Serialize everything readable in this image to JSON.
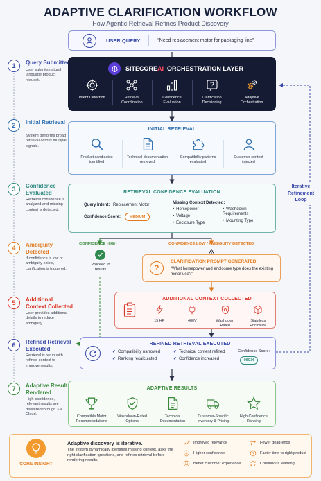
{
  "header": {
    "title": "ADAPTIVE CLARIFICATION WORKFLOW",
    "subtitle": "How Agentic Retrieval Refines Product Discovery"
  },
  "user_query": {
    "label": "USER QUERY",
    "text": "“Need replacement motor for packaging line”"
  },
  "orchestration": {
    "brand": "SITECORE",
    "brand_ai": "AI",
    "title": "ORCHESTRATION LAYER",
    "items": [
      {
        "label": "Intent Detection",
        "icon": "target-icon"
      },
      {
        "label": "Retrieval Coordination",
        "icon": "network-icon"
      },
      {
        "label": "Confidence Evaluation",
        "icon": "bar-chart-icon"
      },
      {
        "label": "Clarification Decisioning",
        "icon": "question-icon"
      },
      {
        "label": "Adaptive Orchestration",
        "icon": "gears-icon"
      }
    ]
  },
  "steps": [
    {
      "num": "1",
      "title": "Query Submitted",
      "desc": "User submits natural language product request.",
      "color": "#3a4aa8"
    },
    {
      "num": "2",
      "title": "Initial Retrieval",
      "desc": "System performs broad retrieval across multiple signals.",
      "color": "#2d6fb0"
    },
    {
      "num": "3",
      "title": "Confidence Evaluated",
      "desc": "Retrieval confidence is analyzed and missing context is detected.",
      "color": "#2f8a80"
    },
    {
      "num": "4",
      "title": "Ambiguity Detected",
      "desc": "If confidence is low or ambiguity exists, clarification is triggered.",
      "color": "#e07a1f"
    },
    {
      "num": "5",
      "title": "Additional Context Collected",
      "desc": "User provides additional details to reduce ambiguity.",
      "color": "#d9392b"
    },
    {
      "num": "6",
      "title": "Refined Retrieval Executed",
      "desc": "Retrieval is rerun with refined context to improve results.",
      "color": "#3a4aa8"
    },
    {
      "num": "7",
      "title": "Adaptive Results Rendered",
      "desc": "High-confidence, relevant results are delivered through XM Cloud.",
      "color": "#3b8a3e"
    }
  ],
  "initial_retrieval": {
    "title": "INITIAL RETRIEVAL",
    "items": [
      {
        "label": "Product candidates identified",
        "icon": "magnifier-icon"
      },
      {
        "label": "Technical documentation retrieved",
        "icon": "document-icon"
      },
      {
        "label": "Compatibility patterns evaluated",
        "icon": "puzzle-icon"
      },
      {
        "label": "Customer context injected",
        "icon": "user-icon"
      }
    ]
  },
  "confidence_eval": {
    "title": "RETRIEVAL CONFIDENCE EVALUATION",
    "intent_label": "Query Intent:",
    "intent_value": "Replacement Motor",
    "score_label": "Confidence Score:",
    "score_value": "MEDIUM",
    "missing_label": "Missing Context Detected:",
    "missing_col1": [
      "Horsepower",
      "Voltage",
      "Enclosure Type"
    ],
    "missing_col2": [
      "Washdown Requirements",
      "Mounting Type"
    ]
  },
  "branch_high": {
    "label": "CONFIDENCE HIGH",
    "text": "Proceed to results"
  },
  "branch_low": {
    "label": "CONFIDENCE LOW / AMBIGUITY DETECTED"
  },
  "clarification": {
    "title": "CLARIFICATION PROMPT GENERATED",
    "text": "“What horsepower and enclosure type does the existing motor use?”"
  },
  "additional_context": {
    "title": "ADDITIONAL CONTEXT COLLECTED",
    "items": [
      {
        "label": "15 HP",
        "icon": "bolt-icon"
      },
      {
        "label": "480V",
        "icon": "plug-icon"
      },
      {
        "label": "Washdown Rated",
        "icon": "shield-icon"
      },
      {
        "label": "Stainless Enclosure",
        "icon": "cube-icon"
      }
    ]
  },
  "refined": {
    "title": "REFINED RETRIEVAL EXECUTED",
    "col1": [
      "Compatibility narrowed",
      "Ranking recalculated"
    ],
    "col2": [
      "Technical content refined",
      "Confidence increased"
    ],
    "score_label": "Confidence Score:",
    "score_value": "HIGH"
  },
  "results": {
    "title": "ADAPTIVE RESULTS",
    "items": [
      {
        "label": "Compatible Motor Recommendations",
        "icon": "trophy-icon"
      },
      {
        "label": "Washdown-Rated Options",
        "icon": "shield-check-icon"
      },
      {
        "label": "Technical Documentation",
        "icon": "document-icon"
      },
      {
        "label": "Customer-Specific Inventory & Pricing",
        "icon": "truck-icon"
      },
      {
        "label": "High Confidence Ranking",
        "icon": "star-icon"
      }
    ]
  },
  "loop": {
    "label": "Iterative Refinement Loop"
  },
  "insight": {
    "badge": "CORE INSIGHT",
    "headline": "Adaptive discovery is iterative.",
    "text": "The system dynamically identifies missing context, asks the right clarification questions, and refines retrieval before rendering results.",
    "benefits": [
      {
        "label": "Improved relevance",
        "icon": "chart-up-icon"
      },
      {
        "label": "Fewer dead-ends",
        "icon": "arrows-icon"
      },
      {
        "label": "Higher confidence",
        "icon": "shield-icon"
      },
      {
        "label": "Faster time to right product",
        "icon": "clock-icon"
      },
      {
        "label": "Better customer experience",
        "icon": "smile-icon"
      },
      {
        "label": "Continuous learning",
        "icon": "loop-icon"
      }
    ]
  },
  "colors": {
    "navy": "#17203a",
    "blue": "#3a4aa8",
    "teal": "#2f8a80",
    "orange": "#e07a1f",
    "red": "#d9392b",
    "green": "#3b8a3e"
  }
}
